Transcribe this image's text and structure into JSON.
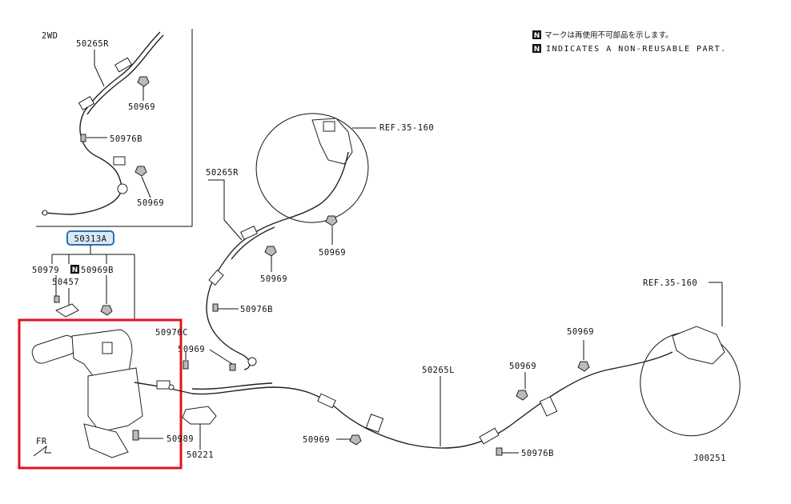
{
  "legend": {
    "symbol": "N",
    "jp_text": "マークは再使用不可部品を示します。",
    "en_text": "INDICATES A NON-REUSABLE PART."
  },
  "inset": {
    "title": "2WD"
  },
  "labels": {
    "inset_50265R": "50265R",
    "inset_50969a": "50969",
    "inset_50976B": "50976B",
    "inset_50969b": "50969",
    "main_50265R": "50265R",
    "ref_top": "REF.35-160",
    "main_50969a": "50969",
    "main_50969b": "50969",
    "main_50976B_a": "50976B",
    "ref_right": "REF.35-160",
    "main_50969c": "50969",
    "main_50969d": "50969",
    "main_50265L": "50265L",
    "main_50969e": "50969",
    "main_50976B_b": "50976B",
    "code": "J00251",
    "highlight_50313A": "50313A",
    "lever_50979": "50979",
    "lever_N": "N",
    "lever_50969B": "50969B",
    "lever_50457": "50457",
    "lever_50976C": "50976C",
    "lever_50969": "50969",
    "lever_50989": "50989",
    "lever_50221": "50221",
    "fr": "FR"
  },
  "colors": {
    "highlight_box": "#e0141e",
    "badge_fill": "#d9e8f7",
    "badge_stroke": "#2e6fb5"
  }
}
